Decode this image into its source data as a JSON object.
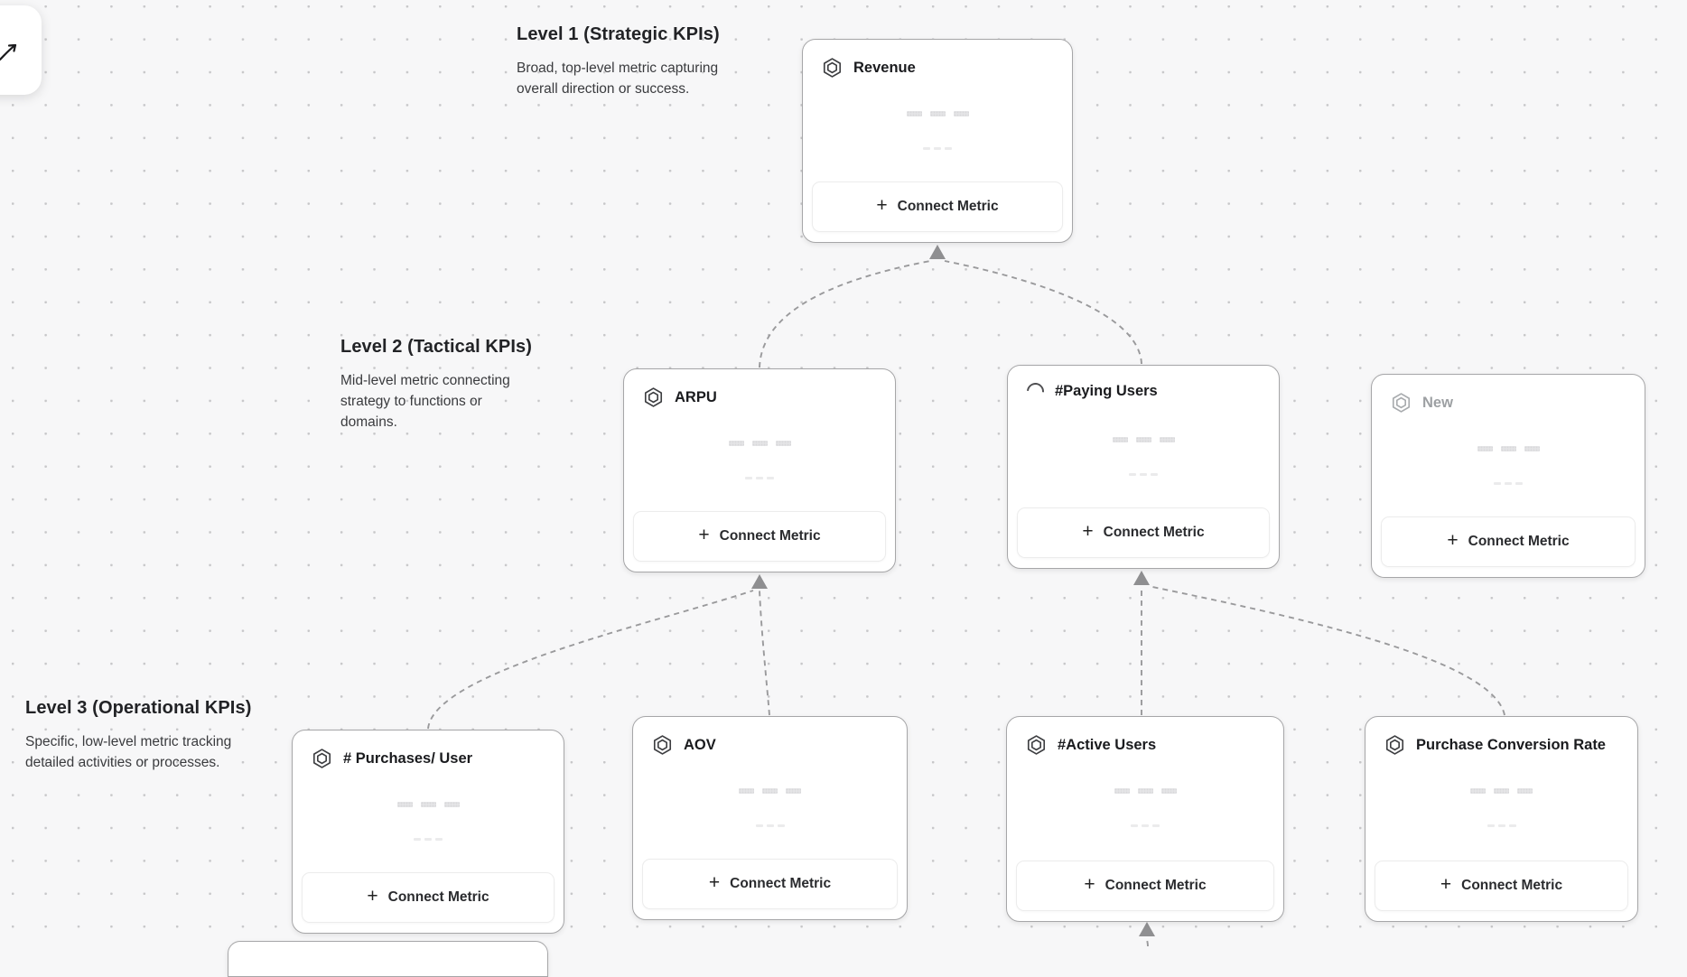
{
  "canvas": {
    "background": "#f7f7f8",
    "dot_color": "#c7c7c9",
    "connector_color": "#9a9a9c",
    "arrow_color": "#8f8f91",
    "card_border_color": "#a6a6a8"
  },
  "toolbar": {
    "cursor_button_icon": "cursor-arrow-icon"
  },
  "sections": [
    {
      "title": "Level 1 (Strategic KPIs)",
      "description": "Broad, top-level metric capturing overall direction or success."
    },
    {
      "title": "Level 2 (Tactical KPIs)",
      "description": "Mid-level metric connecting strategy to functions or domains."
    },
    {
      "title": "Level 3 (Operational KPIs)",
      "description": "Specific, low-level metric tracking detailed activities or processes."
    }
  ],
  "labels": {
    "connect_metric": "Connect Metric",
    "plus": "+"
  },
  "cards": [
    {
      "title": "Revenue",
      "icon": "hexagon-nut-icon",
      "level": 1,
      "state": "default",
      "button_label": "Connect Metric"
    },
    {
      "title": "ARPU",
      "icon": "hexagon-nut-icon",
      "level": 2,
      "state": "default",
      "button_label": "Connect Metric"
    },
    {
      "title": "#Paying Users",
      "icon": "spinner-icon",
      "level": 2,
      "state": "loading",
      "button_label": "Connect Metric"
    },
    {
      "title": "New",
      "icon": "hexagon-nut-icon",
      "level": 2,
      "state": "new",
      "button_label": "Connect Metric"
    },
    {
      "title": "# Purchases/ User",
      "icon": "hexagon-nut-icon",
      "level": 3,
      "state": "default",
      "button_label": "Connect Metric"
    },
    {
      "title": "AOV",
      "icon": "hexagon-nut-icon",
      "level": 3,
      "state": "default",
      "button_label": "Connect Metric"
    },
    {
      "title": "#Active Users",
      "icon": "hexagon-nut-icon",
      "level": 3,
      "state": "default",
      "button_label": "Connect Metric"
    },
    {
      "title": "Purchase Conversion Rate",
      "icon": "hexagon-nut-icon",
      "level": 3,
      "state": "default",
      "button_label": "Connect Metric"
    }
  ]
}
